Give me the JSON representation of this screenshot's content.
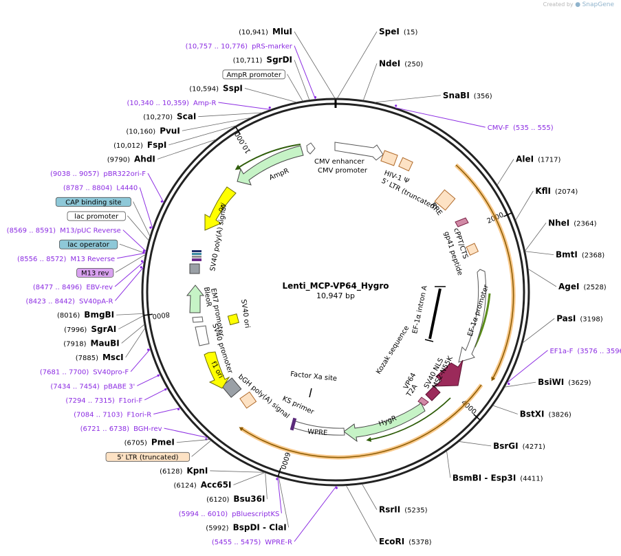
{
  "credit": {
    "prefix": "Created by",
    "brand": "SnapGene"
  },
  "plasmid": {
    "name": "Lenti_MCP-VP64_Hygro",
    "size_label": "10,947 bp",
    "length": 10947
  },
  "colors": {
    "primer": "#8b2be2",
    "orange_arrow": "#d97706",
    "green_arrow": "#5b8c1a",
    "feature_green": "#c6f3c6",
    "feature_yellow": "#ffff00",
    "feature_peach": "#fde2c4",
    "feature_maroon": "#9b2a5a",
    "label_blue": "#8ec8d8",
    "label_purple": "#d9a2f0"
  },
  "ticks": [
    {
      "pos": 2000,
      "label": "2000"
    },
    {
      "pos": 4000,
      "label": "4000"
    },
    {
      "pos": 6000,
      "label": "6000"
    },
    {
      "pos": 8000,
      "label": "8000"
    },
    {
      "pos": 10000,
      "label": "10,000"
    }
  ],
  "right_labels": [
    {
      "kind": "enzyme",
      "name": "SpeI",
      "pos": "(15)",
      "site": 15
    },
    {
      "kind": "enzyme",
      "name": "NdeI",
      "pos": "(250)",
      "site": 250
    },
    {
      "kind": "enzyme",
      "name": "SnaBI",
      "pos": "(356)",
      "site": 356
    },
    {
      "kind": "primer",
      "name": "CMV-F",
      "pos": "(535 .. 555)",
      "site": 545
    },
    {
      "kind": "enzyme",
      "name": "AleI",
      "pos": "(1717)",
      "site": 1717
    },
    {
      "kind": "enzyme",
      "name": "KflI",
      "pos": "(2074)",
      "site": 2074
    },
    {
      "kind": "enzyme",
      "name": "NheI",
      "pos": "(2364)",
      "site": 2364
    },
    {
      "kind": "enzyme",
      "name": "BmtI",
      "pos": "(2368)",
      "site": 2368
    },
    {
      "kind": "enzyme",
      "name": "AgeI",
      "pos": "(2528)",
      "site": 2528
    },
    {
      "kind": "enzyme",
      "name": "PasI",
      "pos": "(3198)",
      "site": 3198
    },
    {
      "kind": "primer",
      "name": "EF1a-F",
      "pos": "(3576 .. 3596)",
      "site": 3586
    },
    {
      "kind": "enzyme",
      "name": "BsiWI",
      "pos": "(3629)",
      "site": 3629
    },
    {
      "kind": "enzyme",
      "name": "BstXI",
      "pos": "(3826)",
      "site": 3826
    },
    {
      "kind": "enzyme",
      "name": "BsrGI",
      "pos": "(4271)",
      "site": 4271
    },
    {
      "kind": "enzyme",
      "name": "BsmBI - Esp3I",
      "pos": "(4411)",
      "site": 4411
    },
    {
      "kind": "enzyme",
      "name": "RsrII",
      "pos": "(5235)",
      "site": 5235
    },
    {
      "kind": "enzyme",
      "name": "EcoRI",
      "pos": "(5378)",
      "site": 5378
    }
  ],
  "left_labels": [
    {
      "kind": "enzyme",
      "name": "MluI",
      "pos": "(10,941)",
      "site": 10941
    },
    {
      "kind": "primer",
      "name": "pRS-marker",
      "pos": "(10,757 .. 10,776)",
      "site": 10766
    },
    {
      "kind": "enzyme",
      "name": "SgrDI",
      "pos": "(10,711)",
      "site": 10711
    },
    {
      "kind": "feature",
      "name": "AmpR promoter",
      "pos": "",
      "site": 10650
    },
    {
      "kind": "enzyme",
      "name": "SspI",
      "pos": "(10,594)",
      "site": 10594
    },
    {
      "kind": "primer",
      "name": "Amp-R",
      "pos": "(10,340 .. 10,359)",
      "site": 10350
    },
    {
      "kind": "enzyme",
      "name": "ScaI",
      "pos": "(10,270)",
      "site": 10270
    },
    {
      "kind": "enzyme",
      "name": "PvuI",
      "pos": "(10,160)",
      "site": 10160
    },
    {
      "kind": "enzyme",
      "name": "FspI",
      "pos": "(10,012)",
      "site": 10012
    },
    {
      "kind": "enzyme",
      "name": "AhdI",
      "pos": "(9790)",
      "site": 9790
    },
    {
      "kind": "primer",
      "name": "pBR322ori-F",
      "pos": "(9038 .. 9057)",
      "site": 9048
    },
    {
      "kind": "primer",
      "name": "L4440",
      "pos": "(8787 .. 8804)",
      "site": 8795
    },
    {
      "kind": "feature-blue",
      "name": "CAP binding site",
      "pos": "",
      "site": 8720
    },
    {
      "kind": "feature",
      "name": "lac promoter",
      "pos": "",
      "site": 8680
    },
    {
      "kind": "primer",
      "name": "M13/pUC Reverse",
      "pos": "(8569 .. 8591)",
      "site": 8580
    },
    {
      "kind": "feature-blue",
      "name": "lac operator",
      "pos": "",
      "site": 8560
    },
    {
      "kind": "primer",
      "name": "M13 Reverse",
      "pos": "(8556 .. 8572)",
      "site": 8564
    },
    {
      "kind": "feature-purple",
      "name": "M13 rev",
      "pos": "",
      "site": 8550
    },
    {
      "kind": "primer",
      "name": "EBV-rev",
      "pos": "(8477 .. 8496)",
      "site": 8486
    },
    {
      "kind": "primer",
      "name": "SV40pA-R",
      "pos": "(8423 .. 8442)",
      "site": 8432
    },
    {
      "kind": "enzyme",
      "name": "BmgBI",
      "pos": "(8016)",
      "site": 8016
    },
    {
      "kind": "enzyme",
      "name": "SgrAI",
      "pos": "(7996)",
      "site": 7996
    },
    {
      "kind": "enzyme",
      "name": "MauBI",
      "pos": "(7918)",
      "site": 7918
    },
    {
      "kind": "enzyme",
      "name": "MscI",
      "pos": "(7885)",
      "site": 7885
    },
    {
      "kind": "primer",
      "name": "SV40pro-F",
      "pos": "(7681 .. 7700)",
      "site": 7690
    },
    {
      "kind": "primer",
      "name": "pBABE 3'",
      "pos": "(7434 .. 7454)",
      "site": 7444
    },
    {
      "kind": "primer",
      "name": "F1ori-F",
      "pos": "(7294 .. 7315)",
      "site": 7304
    },
    {
      "kind": "primer",
      "name": "F1ori-R",
      "pos": "(7084 .. 7103)",
      "site": 7094
    },
    {
      "kind": "primer",
      "name": "BGH-rev",
      "pos": "(6721 .. 6738)",
      "site": 6730
    },
    {
      "kind": "enzyme",
      "name": "PmeI",
      "pos": "(6705)",
      "site": 6705
    },
    {
      "kind": "feature-peach",
      "name": "5' LTR (truncated)",
      "pos": "",
      "site": 6690
    },
    {
      "kind": "enzyme",
      "name": "KpnI",
      "pos": "(6128)",
      "site": 6128
    },
    {
      "kind": "enzyme",
      "name": "Acc65I",
      "pos": "(6124)",
      "site": 6124
    },
    {
      "kind": "enzyme",
      "name": "Bsu36I",
      "pos": "(6120)",
      "site": 6120
    },
    {
      "kind": "primer",
      "name": "pBluescriptKS",
      "pos": "(5994 .. 6010)",
      "site": 6002
    },
    {
      "kind": "enzyme",
      "name": "BspDI - ClaI",
      "pos": "(5992)",
      "site": 5992
    },
    {
      "kind": "primer",
      "name": "WPRE-R",
      "pos": "(5455 .. 5475)",
      "site": 5465
    }
  ],
  "features_inner": [
    {
      "name": "CMV enhancer",
      "type": "box-arrow"
    },
    {
      "name": "CMV promoter",
      "type": "box-arrow"
    },
    {
      "name": "HIV-1 Ψ",
      "type": "peach"
    },
    {
      "name": "5' LTR (truncated)",
      "type": "peach"
    },
    {
      "name": "RRE",
      "type": "peach"
    },
    {
      "name": "gp41 peptide",
      "type": "maroon"
    },
    {
      "name": "cPPT/CTS",
      "type": "peach"
    },
    {
      "name": "EF-1α promoter",
      "type": "box-arrow"
    },
    {
      "name": "EF-1α intron A",
      "type": "line"
    },
    {
      "name": "Kozak sequence",
      "type": "line"
    },
    {
      "name": "SV40 NLS",
      "type": "maroon"
    },
    {
      "name": "MS2-N55K",
      "type": "maroon"
    },
    {
      "name": "VP64",
      "type": "maroon"
    },
    {
      "name": "T2A",
      "type": "maroon"
    },
    {
      "name": "HygR",
      "type": "green"
    },
    {
      "name": "WPRE",
      "type": "box-arrow"
    },
    {
      "name": "Factor Xa site",
      "type": "line"
    },
    {
      "name": "KS primer",
      "type": "line"
    },
    {
      "name": "bGH poly(A) signal",
      "type": "peach"
    },
    {
      "name": "f1 ori",
      "type": "yellow"
    },
    {
      "name": "SV40 promoter",
      "type": "box-arrow"
    },
    {
      "name": "EM7 promoter",
      "type": "box-arrow"
    },
    {
      "name": "BleoR",
      "type": "green"
    },
    {
      "name": "SV40 ori",
      "type": "yellow"
    },
    {
      "name": "SV40 poly(A) signal",
      "type": "gray"
    },
    {
      "name": "ori",
      "type": "yellow"
    },
    {
      "name": "AmpR",
      "type": "green"
    }
  ]
}
